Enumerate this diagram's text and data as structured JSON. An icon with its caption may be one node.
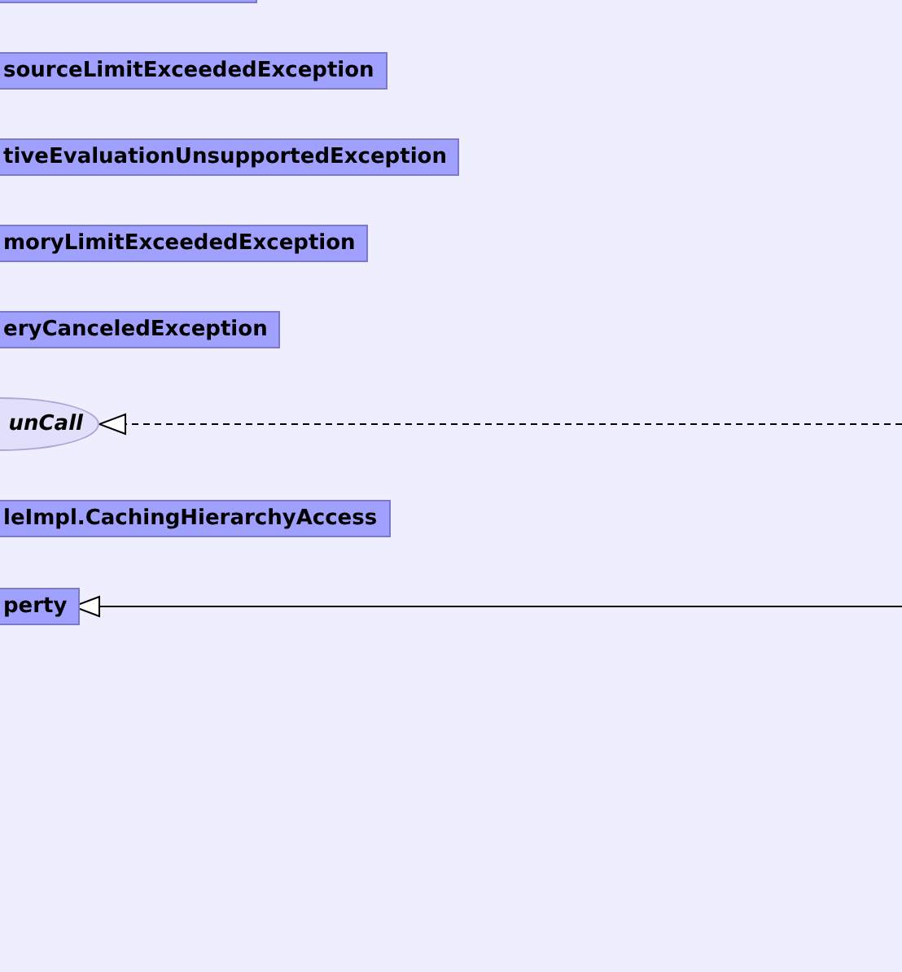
{
  "diagram": {
    "nodes": [
      {
        "text": [],
        "shape": "box"
      },
      {
        "text": [
          "sourceLimitExceededException"
        ]
      },
      {
        "text": [
          "tiveEvaluationUnsupportedException"
        ]
      },
      {
        "text": [
          "moryLimitExceededException"
        ]
      },
      {
        "text": [
          "eryCanceledException"
        ]
      },
      {
        "text": [
          "unCall"
        ]
      },
      {
        "text": [
          "leImpl.CachingHierarchyAccess"
        ]
      },
      {
        "text": [
          "perty"
        ]
      }
    ],
    "edges": [
      {
        "from": null,
        "to": 5,
        "arrow": "to",
        "style": "dashed"
      },
      {
        "from": null,
        "to": 7,
        "arrow": "to"
      }
    ]
  }
}
